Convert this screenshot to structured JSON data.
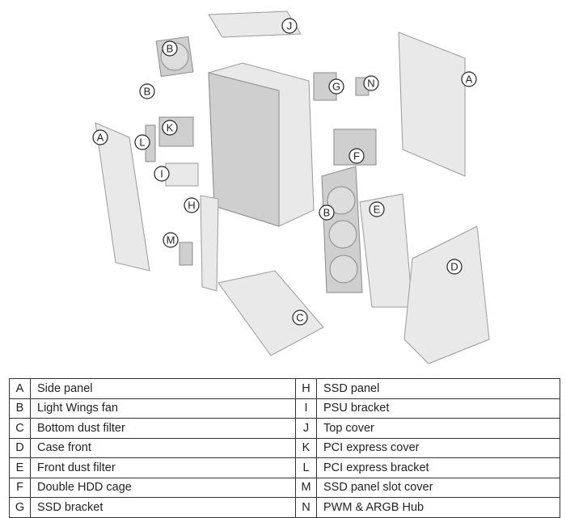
{
  "diagram": {
    "callouts": [
      "J",
      "B",
      "B",
      "G",
      "N",
      "A",
      "A",
      "K",
      "L",
      "F",
      "I",
      "H",
      "B",
      "E",
      "M",
      "D",
      "C"
    ]
  },
  "legend": {
    "rows": [
      {
        "left_letter": "A",
        "left_text": "Side panel",
        "right_letter": "H",
        "right_text": "SSD panel"
      },
      {
        "left_letter": "B",
        "left_text": "Light Wings fan",
        "right_letter": "I",
        "right_text": "PSU bracket"
      },
      {
        "left_letter": "C",
        "left_text": "Bottom dust filter",
        "right_letter": "J",
        "right_text": "Top cover"
      },
      {
        "left_letter": "D",
        "left_text": "Case front",
        "right_letter": "K",
        "right_text": "PCI express cover"
      },
      {
        "left_letter": "E",
        "left_text": "Front dust filter",
        "right_letter": "L",
        "right_text": "PCI express bracket"
      },
      {
        "left_letter": "F",
        "left_text": "Double HDD cage",
        "right_letter": "M",
        "right_text": "SSD panel slot cover"
      },
      {
        "left_letter": "G",
        "left_text": "SSD bracket",
        "right_letter": "N",
        "right_text": "PWM & ARGB Hub"
      }
    ]
  }
}
